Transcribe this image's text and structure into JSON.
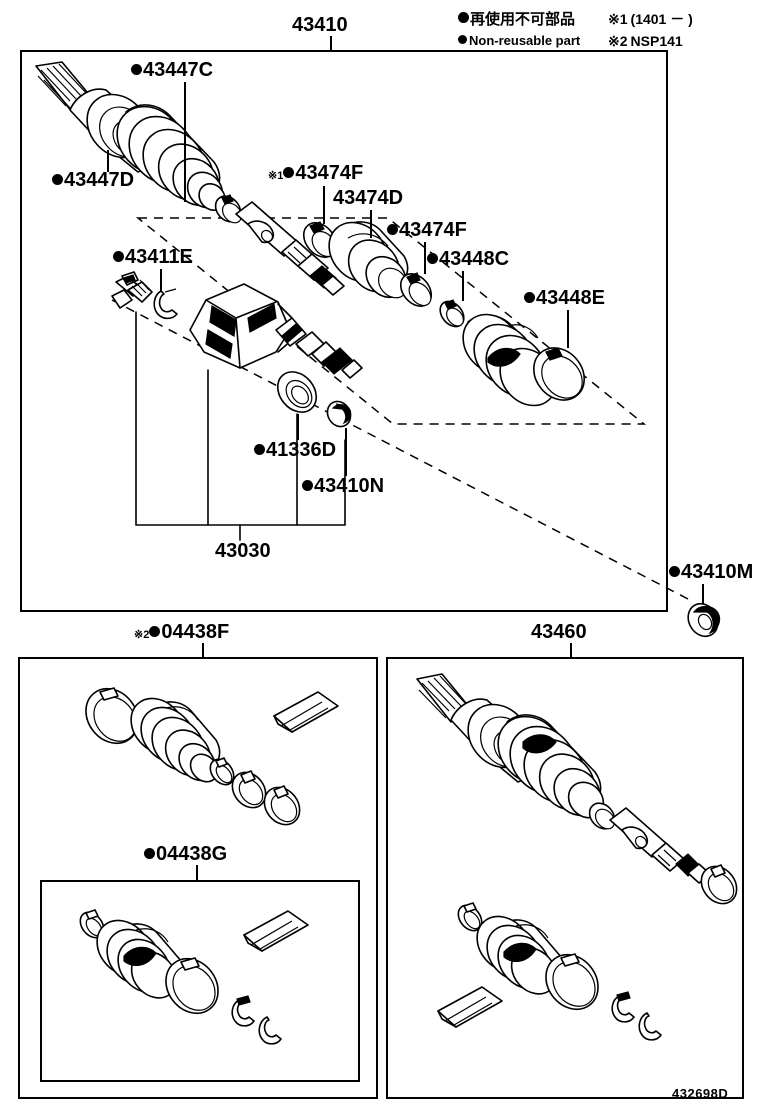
{
  "diagram": {
    "footer_code": "432698D",
    "notes": [
      {
        "marker": "dot",
        "text_jp": "再使用不可部品",
        "text_en": "Non-reusable part"
      }
    ],
    "footnotes": [
      {
        "key": "※1",
        "text": "(1401 －        )"
      },
      {
        "key": "※2",
        "text": "NSP141"
      }
    ],
    "note_jp": "再使用不可部品",
    "note_en": "Non-reusable part",
    "footnote1_key": "※1",
    "footnote1_text": "(1401 －        )",
    "footnote2_key": "※2",
    "footnote2_text": "NSP141"
  },
  "panels": {
    "top": {
      "title": "43410"
    },
    "bottom_left": {
      "title": "04438F",
      "prefix": "※2",
      "marker": "dot"
    },
    "bottom_left_inner": {
      "title": "04438G",
      "marker": "dot"
    },
    "bottom_right": {
      "title": "43460"
    }
  },
  "callouts": [
    {
      "id": "43447C",
      "label": "43447C",
      "marker": "dot",
      "prefix": ""
    },
    {
      "id": "43447D",
      "label": "43447D",
      "marker": "dot",
      "prefix": ""
    },
    {
      "id": "43474F-1",
      "label": "43474F",
      "marker": "dot",
      "prefix": "※1"
    },
    {
      "id": "43474D",
      "label": "43474D",
      "marker": "none",
      "prefix": ""
    },
    {
      "id": "43474F-2",
      "label": "43474F",
      "marker": "dot",
      "prefix": ""
    },
    {
      "id": "43448C",
      "label": "43448C",
      "marker": "dot",
      "prefix": ""
    },
    {
      "id": "43448E",
      "label": "43448E",
      "marker": "dot",
      "prefix": ""
    },
    {
      "id": "43411E",
      "label": "43411E",
      "marker": "dot",
      "prefix": ""
    },
    {
      "id": "41336D",
      "label": "41336D",
      "marker": "dot",
      "prefix": ""
    },
    {
      "id": "43410N",
      "label": "43410N",
      "marker": "dot",
      "prefix": ""
    },
    {
      "id": "43030",
      "label": "43030",
      "marker": "none",
      "prefix": ""
    },
    {
      "id": "43410M",
      "label": "43410M",
      "marker": "dot",
      "prefix": ""
    }
  ],
  "labels": {
    "c_43447C": "43447C",
    "c_43447D": "43447D",
    "c_43474F_1": "43474F",
    "c_43474D": "43474D",
    "c_43474F_2": "43474F",
    "c_43448C": "43448C",
    "c_43448E": "43448E",
    "c_43411E": "43411E",
    "c_41336D": "41336D",
    "c_43410N": "43410N",
    "c_43030": "43030",
    "c_43410M": "43410M",
    "p_43410": "43410",
    "p_04438F": "04438F",
    "p_04438F_prefix": "※2",
    "p_04438G": "04438G",
    "p_43460": "43460"
  }
}
